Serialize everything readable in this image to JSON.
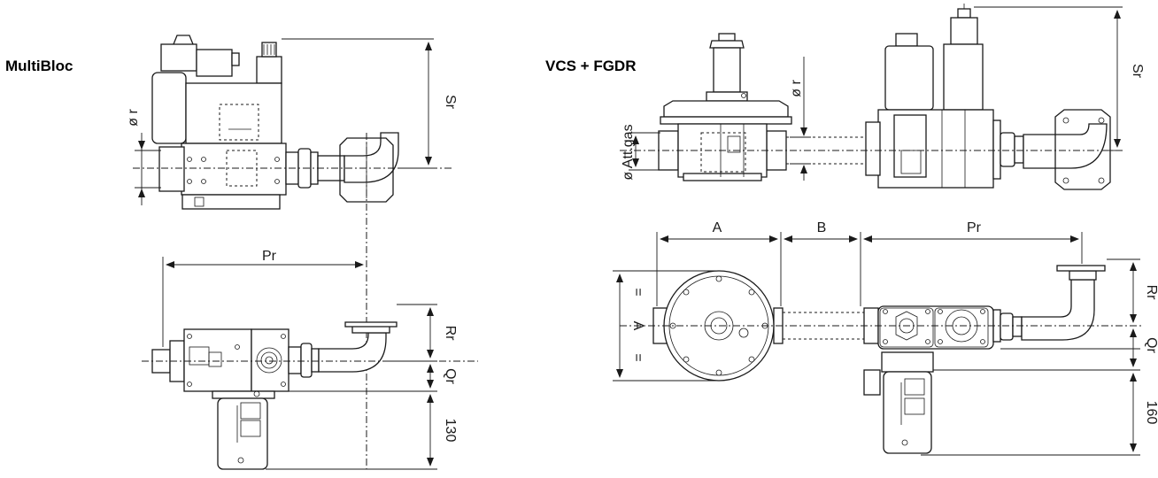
{
  "titles": {
    "multibloc": "MultiBloc",
    "vcs_fgdr": "VCS + FGDR"
  },
  "labels": {
    "sr": "Sr",
    "diam_r": "ø r",
    "pr": "Pr",
    "rr": "Rr",
    "qr": "Qr",
    "d130": "130",
    "d160": "160",
    "a": "A",
    "b": "B",
    "eq": "=",
    "att_gas": "ø Att.gas"
  },
  "colors": {
    "line": "#1a1a1a",
    "background": "#ffffff"
  }
}
